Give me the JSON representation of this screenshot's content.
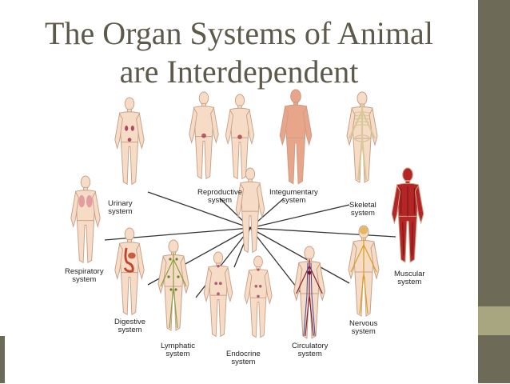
{
  "slide": {
    "title_line1": "The Organ Systems of Animal",
    "title_line2": "are Interdependent"
  },
  "diagram": {
    "center_figure": "human-figure",
    "systems": [
      {
        "key": "urinary",
        "line1": "Urinary",
        "line2": "system",
        "organ_color": "#a0304a"
      },
      {
        "key": "reproductive",
        "line1": "Reproductive",
        "line2": "system",
        "organ_color": "#b04050"
      },
      {
        "key": "integumentary",
        "line1": "Integumentary",
        "line2": "system",
        "organ_color": "#c97a5e"
      },
      {
        "key": "skeletal",
        "line1": "Skeletal",
        "line2": "system",
        "organ_color": "#d8c89a"
      },
      {
        "key": "respiratory",
        "line1": "Respiratory",
        "line2": "system",
        "organ_color": "#e0909a"
      },
      {
        "key": "muscular",
        "line1": "Muscular",
        "line2": "system",
        "organ_color": "#b42525"
      },
      {
        "key": "digestive",
        "line1": "Digestive",
        "line2": "system",
        "organ_color": "#c0452a"
      },
      {
        "key": "nervous",
        "line1": "Nervous",
        "line2": "system",
        "organ_color": "#d8a020"
      },
      {
        "key": "lymphatic",
        "line1": "Lymphatic",
        "line2": "system",
        "organ_color": "#8aa040"
      },
      {
        "key": "endocrine",
        "line1": "Endocrine",
        "line2": "system",
        "organ_color": "#a04860"
      },
      {
        "key": "circulatory",
        "line1": "Circulatory",
        "line2": "system",
        "organ_color": "#8a2030"
      }
    ]
  },
  "colors": {
    "title": "#5d5a4b",
    "skin": "#f6dcc6",
    "skin_outline": "#c9a088",
    "connector": "#333333",
    "sidebar_dark": "#6d6a58",
    "sidebar_light": "#a8a680"
  }
}
